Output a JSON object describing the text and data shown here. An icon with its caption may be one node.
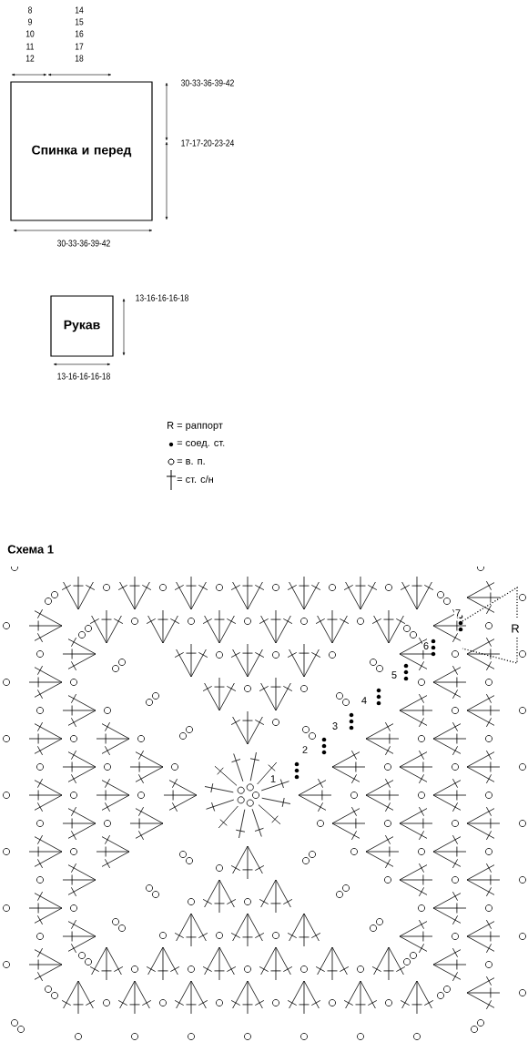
{
  "diagram": {
    "nodes": [
      {
        "text": [
          "Спинка и перед"
        ]
      },
      {
        "text": [
          "Рукав"
        ]
      }
    ],
    "labels": [
      "8",
      "9",
      "10",
      "11",
      "12",
      "14",
      "15",
      "16",
      "17",
      "18",
      "30-33-36-39-42",
      "17-17-20-23-24",
      "30-33-36-39-42",
      "13-16-16-16-18",
      "13-16-16-16-18",
      "Схема 1",
      "7",
      "R",
      "6",
      "5",
      "4",
      "3",
      "2",
      "1"
    ],
    "legend": [
      {
        "text": "R = раппорт"
      },
      {
        "text": "= соед. ст."
      },
      {
        "text": "= в. п."
      },
      {
        "text": "= ст. с/н"
      }
    ]
  }
}
